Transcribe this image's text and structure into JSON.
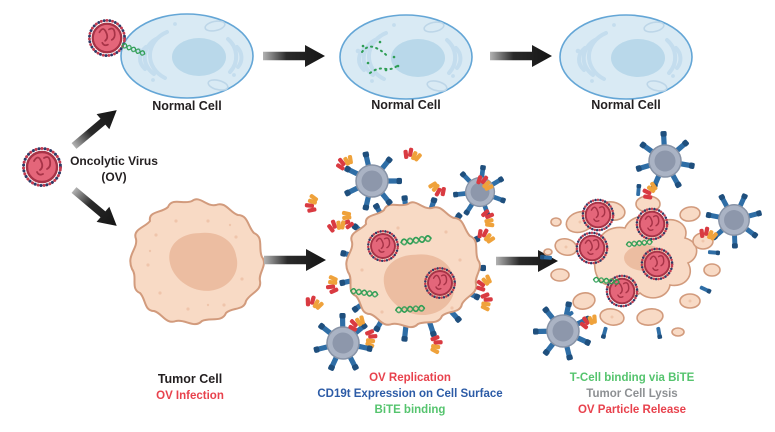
{
  "diagram": {
    "source_virus": {
      "label_line1": "Oncolytic Virus",
      "label_line2": "(OV)"
    },
    "top_row": {
      "cells": [
        {
          "label": "Normal Cell",
          "state": "ov-binding"
        },
        {
          "label": "Normal Cell",
          "state": "viral-genome-degraded"
        },
        {
          "label": "Normal Cell",
          "state": "unharmed"
        }
      ]
    },
    "stages": {
      "infection": {
        "lines": [
          {
            "text": "Tumor Cell",
            "color": "#231f20"
          },
          {
            "text": "OV Infection",
            "color": "#e8424d"
          }
        ]
      },
      "replication": {
        "lines": [
          {
            "text": "OV Replication",
            "color": "#e8424d"
          },
          {
            "text": "CD19t Expression on Cell Surface",
            "color": "#2c5ba6"
          },
          {
            "text": "BiTE binding",
            "color": "#55c46e"
          }
        ]
      },
      "lysis": {
        "lines": [
          {
            "text": "T-Cell binding via BiTE",
            "color": "#55c46e"
          },
          {
            "text": "Tumor Cell Lysis",
            "color": "#8d9093"
          },
          {
            "text": "OV Particle Release",
            "color": "#e8424d"
          }
        ]
      }
    },
    "palette": {
      "normal_cell_fill": "#d9eaf4",
      "normal_cell_stroke": "#64a6d6",
      "normal_cell_nucleus": "#b9d8ea",
      "tumor_cell_fill": "#f8dac5",
      "tumor_cell_stroke": "#d29b7d",
      "tumor_cell_nucleus": "#ecbda1",
      "virus_fill": "#e4667a",
      "virus_stroke": "#a73347",
      "tcell_body": "#aab3c4",
      "tcell_inner": "#8d97ab",
      "receptor_blue": "#2f6ea6",
      "bite_red": "#d93a41",
      "bite_orange": "#efa23b",
      "genome_green": "#2f9e55",
      "arrow_dark": "#1d1d1d"
    },
    "glyph_names": [
      "oncolytic-virus-icon",
      "normal-cell-icon",
      "tumor-cell-icon",
      "infected-tumor-cell-icon",
      "lysed-tumor-cell-icon",
      "t-cell-icon",
      "bite-molecule-icon",
      "viral-genome-icon",
      "cd19t-spike-icon",
      "arrow-icon"
    ]
  }
}
